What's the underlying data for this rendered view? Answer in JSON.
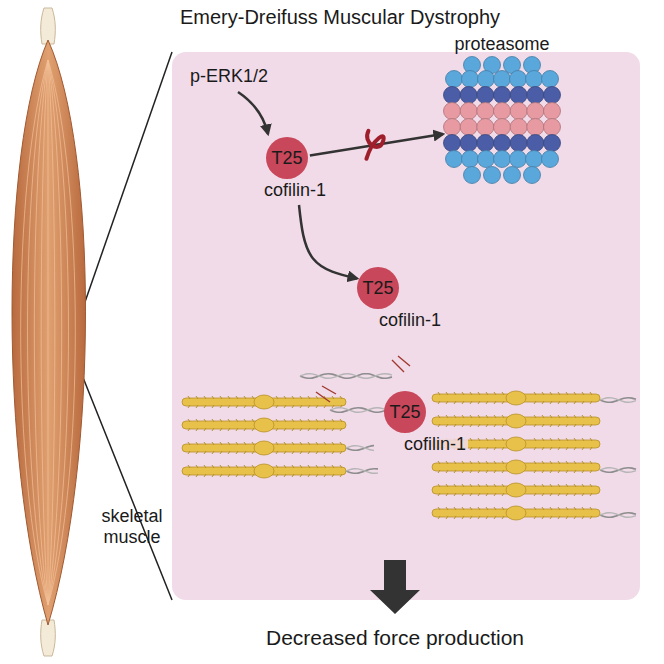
{
  "diagram": {
    "title": "Emery-Dreifuss Muscular Dystrophy",
    "nodes": [
      {
        "text": [
          "T25",
          "cofilin-1"
        ]
      },
      {
        "text": [
          "proteasome"
        ]
      },
      {
        "text": [
          "T25",
          "cofilin-1"
        ]
      },
      {
        "text": [
          "T25",
          "cofilin-1"
        ]
      }
    ],
    "edges": [
      {
        "from": 0,
        "to": 1,
        "arrow": "to"
      },
      {
        "from": 0,
        "to": 2,
        "arrow": "to"
      }
    ],
    "labels": [
      "p-ERK1/2",
      "skeletal muscle",
      "Decreased force production"
    ]
  }
}
